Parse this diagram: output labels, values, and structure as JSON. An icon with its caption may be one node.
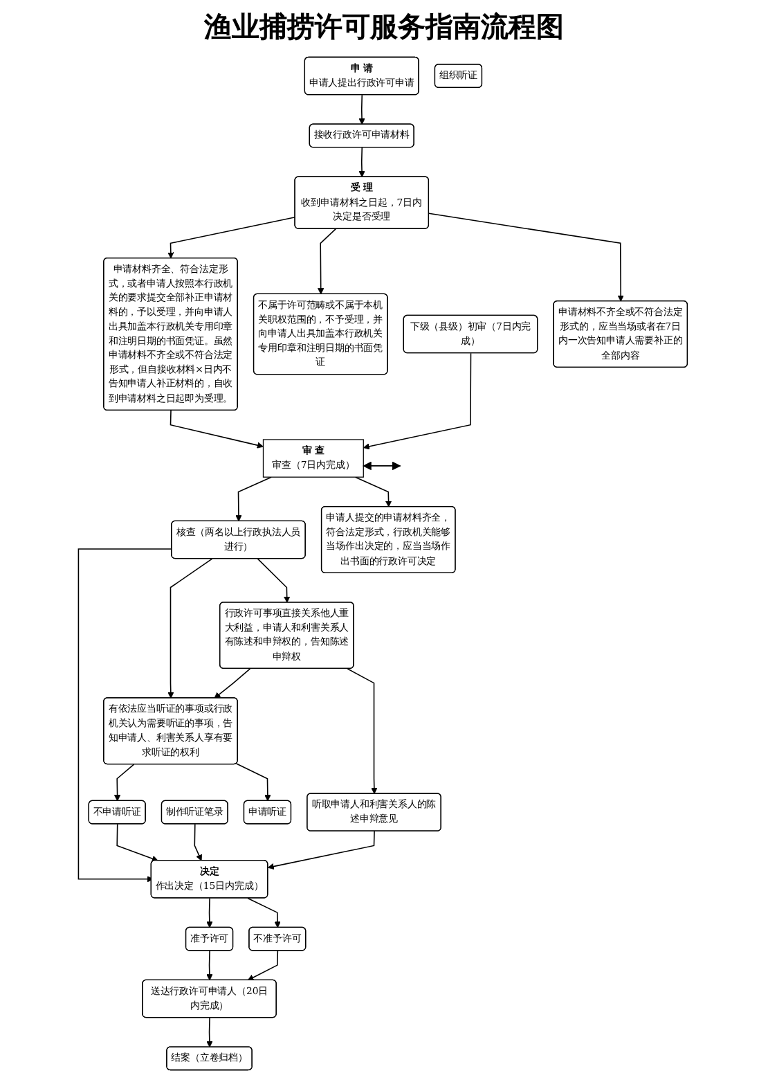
{
  "diagram": {
    "title": "渔业捕捞许可服务指南流程图",
    "nodes": [
      {
        "text": [
          "申 请",
          "申请人提出行政许可申请"
        ]
      },
      {
        "text": [
          "下级（县级）初审（7日内完成）"
        ]
      },
      {
        "text": [
          "接收行政许可申请材料"
        ]
      },
      {
        "text": [
          "受 理",
          "收到申请材料之日起，7日内决定是否受理"
        ]
      },
      {
        "text": [
          "不属于许可范畴或不属于本机关职权范围的，不予受理，并向申请人出具加盖本行政机关专用印章和注明日期的书面凭证"
        ]
      },
      {
        "text": [
          "申请材料齐全、符合法定形式，或者申请人按照本行政机关的要求提交全部补正申请材料的，予以受理，并向申请人出具加盖本行政机关专用印章和注明日期的书面凭证。虽然申请材料不齐全或不符合法定形式，但自接收材料×日内不告知申请人补正材料的，自收到申请材料之日起即为受理。"
        ]
      },
      {
        "text": [
          "申请材料不齐全或不符合法定形式的，应当当场或者在7日内一次告知申请人需要补正的全部内容"
        ]
      },
      {
        "text": [
          "审 查",
          "审查（7日内完成）"
        ]
      },
      {
        "text": [
          "核查（两名以上行政执法人员进行）"
        ]
      },
      {
        "text": [
          "申请人提交的申请材料齐全，符合法定形式，行政机关能够当场作出决定的，应当当场作出书面的行政许可决定"
        ]
      },
      {
        "text": [
          "行政许可事项直接关系他人重大利益，申请人和利害关系人有陈述和申辩权的，告知陈述申辩权"
        ]
      },
      {
        "text": [
          "有依法应当听证的事项或行政机关认为需要听证的事项，告知申请人、利害关系人享有要求听证的权利"
        ]
      },
      {
        "text": [
          "听取申请人和利害关系人的陈述申辩意见"
        ]
      },
      {
        "text": [
          "不申请听证"
        ]
      },
      {
        "text": [
          "申请听证"
        ]
      },
      {
        "text": [
          "组织听证"
        ]
      },
      {
        "text": [
          "制作听证笔录"
        ]
      },
      {
        "text": [
          "决定",
          "作出决定（15日内完成）"
        ]
      },
      {
        "text": [
          "准予许可"
        ]
      },
      {
        "text": [
          "不准予许可"
        ]
      },
      {
        "text": [
          "送达行政许可申请人（20日内完成）"
        ]
      },
      {
        "text": [
          "结案（立卷归档）"
        ]
      }
    ],
    "edges": [
      {
        "from": 0,
        "to": 2,
        "arrow": "to"
      },
      {
        "from": 2,
        "to": 3,
        "arrow": "to"
      },
      {
        "from": 3,
        "to": 4,
        "arrow": "to"
      },
      {
        "from": 3,
        "to": 5,
        "arrow": "to"
      },
      {
        "from": 3,
        "to": 6,
        "arrow": "to"
      },
      {
        "from": 5,
        "to": 7,
        "arrow": "to"
      },
      {
        "from": 1,
        "to": 7,
        "arrow": "to"
      },
      {
        "from": 7,
        "to": null,
        "arrow": "both"
      },
      {
        "from": 7,
        "to": 8,
        "arrow": "to"
      },
      {
        "from": 7,
        "to": 9,
        "arrow": "to"
      },
      {
        "from": 8,
        "to": 10,
        "arrow": "to"
      },
      {
        "from": 8,
        "to": 11,
        "arrow": "to"
      },
      {
        "from": 10,
        "to": 11,
        "arrow": "to"
      },
      {
        "from": 10,
        "to": 12,
        "arrow": "to"
      },
      {
        "from": 11,
        "to": 13,
        "arrow": "to"
      },
      {
        "from": 11,
        "to": 14,
        "arrow": "to"
      },
      {
        "from": 13,
        "to": 17,
        "arrow": "to"
      },
      {
        "from": 16,
        "to": 17,
        "arrow": "to"
      },
      {
        "from": 12,
        "to": 17,
        "arrow": "to"
      },
      {
        "from": 8,
        "to": 17,
        "arrow": "to"
      },
      {
        "from": 17,
        "to": 18,
        "arrow": "to"
      },
      {
        "from": 17,
        "to": 19,
        "arrow": "to"
      },
      {
        "from": 18,
        "to": 20,
        "arrow": "to"
      },
      {
        "from": 19,
        "to": 20,
        "arrow": "to"
      },
      {
        "from": 20,
        "to": 21,
        "arrow": "to"
      }
    ]
  }
}
